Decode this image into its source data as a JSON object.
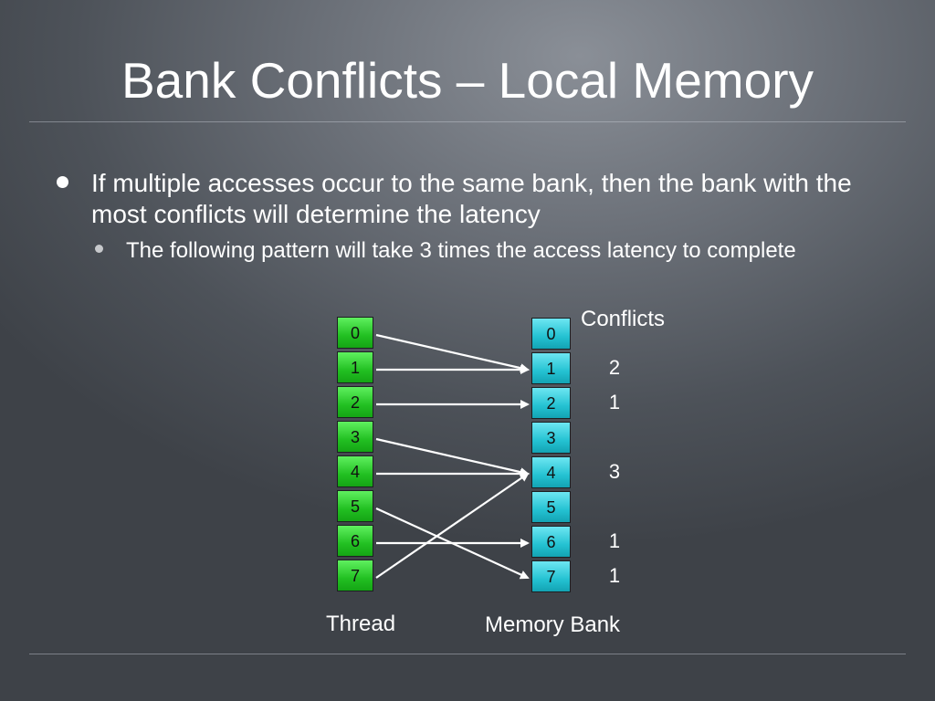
{
  "slide": {
    "title": "Bank Conflicts – Local Memory",
    "bullet": "If multiple accesses occur to the same bank, then the bank with the most conflicts will determine the latency",
    "sub_bullet": "The following pattern will take 3 times the access latency to complete"
  },
  "diagram": {
    "threads": [
      "0",
      "1",
      "2",
      "3",
      "4",
      "5",
      "6",
      "7"
    ],
    "banks": [
      "0",
      "1",
      "2",
      "3",
      "4",
      "5",
      "6",
      "7"
    ],
    "thread_label": "Thread",
    "bank_label": "Memory Bank",
    "conflicts_label": "Conflicts",
    "mapping": [
      {
        "thread": 0,
        "bank": 1
      },
      {
        "thread": 1,
        "bank": 1
      },
      {
        "thread": 2,
        "bank": 2
      },
      {
        "thread": 3,
        "bank": 4
      },
      {
        "thread": 4,
        "bank": 4
      },
      {
        "thread": 5,
        "bank": 7
      },
      {
        "thread": 6,
        "bank": 6
      },
      {
        "thread": 7,
        "bank": 4
      }
    ],
    "conflicts": [
      {
        "bank": 1,
        "count": "2"
      },
      {
        "bank": 2,
        "count": "1"
      },
      {
        "bank": 4,
        "count": "3"
      },
      {
        "bank": 6,
        "count": "1"
      },
      {
        "bank": 7,
        "count": "1"
      }
    ],
    "colors": {
      "thread_cell": "#22c022",
      "bank_cell": "#24c2d2",
      "arrow": "#ffffff"
    }
  }
}
